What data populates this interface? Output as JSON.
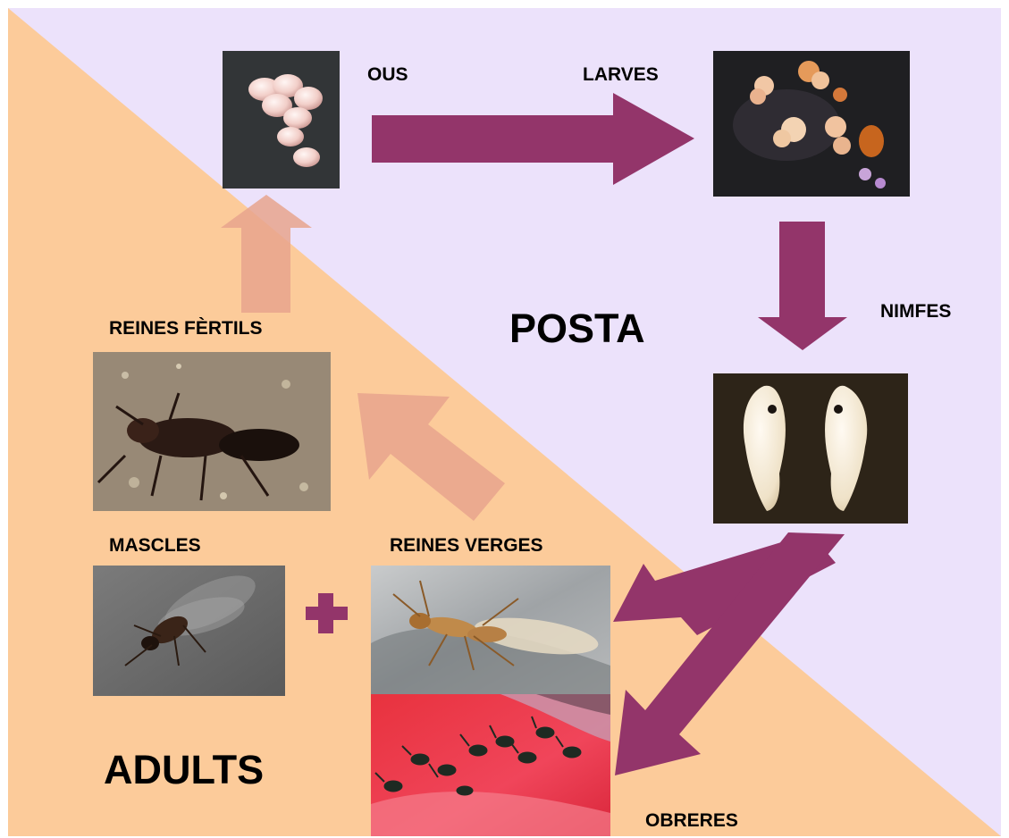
{
  "caption": "",
  "sections": {
    "posta": "POSTA",
    "adults": "ADULTS"
  },
  "stages": {
    "ous": "OUS",
    "larves": "LARVES",
    "nimfes": "NIMFES",
    "obreres": "OBRERES",
    "reines_verges": "REINES VERGES",
    "mascles": "MASCLES",
    "reines_fertils": "REINES FÈRTILS"
  },
  "colors": {
    "posta_background": "#ece2fb",
    "adults_background": "#fccb9a",
    "main_arrow": "#93356a",
    "faint_arrow": "#e8a58d",
    "plus_sign": "#93356a"
  },
  "icons": {
    "plus": "plus-icon"
  }
}
